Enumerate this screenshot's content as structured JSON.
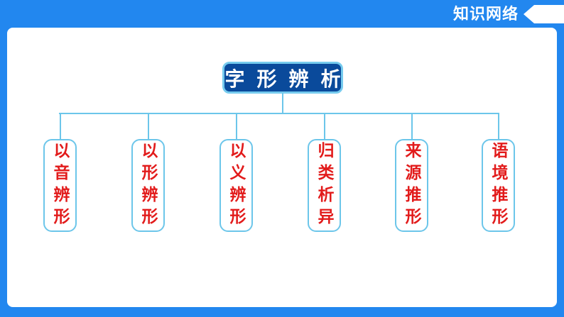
{
  "slide": {
    "banner": {
      "label": "知识网络",
      "icon": "left-arrow"
    },
    "diagram": {
      "type": "tree",
      "root": "字形辨析",
      "children": [
        "以音辨形",
        "以形辨形",
        "以义辨形",
        "归类析异",
        "来源推形",
        "语境推形"
      ]
    },
    "colors": {
      "frame_blue": "#2287ef",
      "panel_white": "#ffffff",
      "connector_blue": "#6cc6ea",
      "root_fill": "#0a4a9b",
      "root_border": "#76cbee",
      "branch_text_red": "#e21b1b",
      "banner_text": "#ffffff"
    }
  }
}
